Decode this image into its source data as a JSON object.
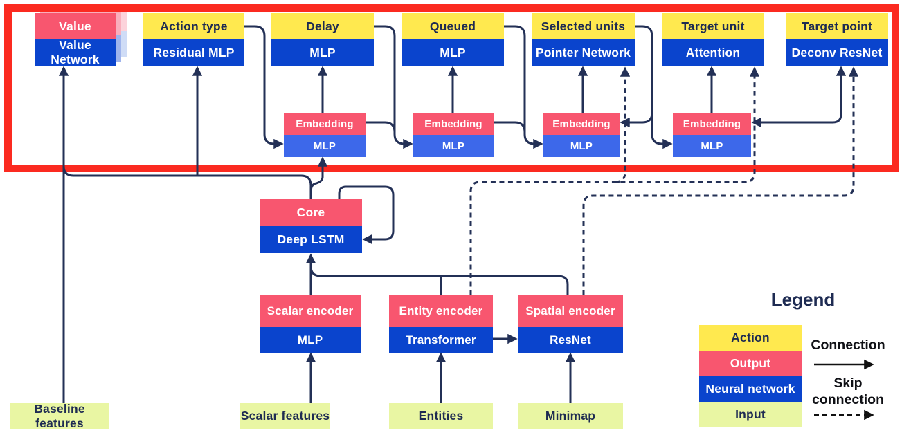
{
  "heads": [
    {
      "label": "Value",
      "network": "Value Network"
    },
    {
      "label": "Action type",
      "network": "Residual MLP"
    },
    {
      "label": "Delay",
      "network": "MLP"
    },
    {
      "label": "Queued",
      "network": "MLP"
    },
    {
      "label": "Selected units",
      "network": "Pointer Network"
    },
    {
      "label": "Target unit",
      "network": "Attention"
    },
    {
      "label": "Target point",
      "network": "Deconv ResNet"
    }
  ],
  "embeddings": [
    {
      "label": "Embedding",
      "network": "MLP"
    },
    {
      "label": "Embedding",
      "network": "MLP"
    },
    {
      "label": "Embedding",
      "network": "MLP"
    },
    {
      "label": "Embedding",
      "network": "MLP"
    }
  ],
  "core": {
    "label": "Core",
    "network": "Deep LSTM"
  },
  "encoders": [
    {
      "label": "Scalar encoder",
      "network": "MLP"
    },
    {
      "label": "Entity encoder",
      "network": "Transformer"
    },
    {
      "label": "Spatial encoder",
      "network": "ResNet"
    }
  ],
  "inputs": [
    {
      "label": "Baseline features"
    },
    {
      "label": "Scalar features"
    },
    {
      "label": "Entities"
    },
    {
      "label": "Minimap"
    }
  ],
  "legend": {
    "title": "Legend",
    "swatches": [
      {
        "label": "Action",
        "color": "#ffe94f"
      },
      {
        "label": "Output",
        "color": "#f8566f"
      },
      {
        "label": "Neural network",
        "color": "#0a44cd"
      },
      {
        "label": "Input",
        "color": "#e9f6a3"
      }
    ],
    "connection_label": "Connection",
    "skip_connection_label": "Skip connection"
  },
  "colors": {
    "action_yellow": "#ffe94f",
    "output_pink": "#f8566f",
    "network_blue": "#0a44cd",
    "embedding_mlp_blue": "#3d68ea",
    "input_green": "#e9f6a3",
    "arrow_navy": "#233056",
    "legend_arrow_black": "#111111",
    "highlight_red": "#fb2a20",
    "dark_text": "#1e2b52"
  }
}
